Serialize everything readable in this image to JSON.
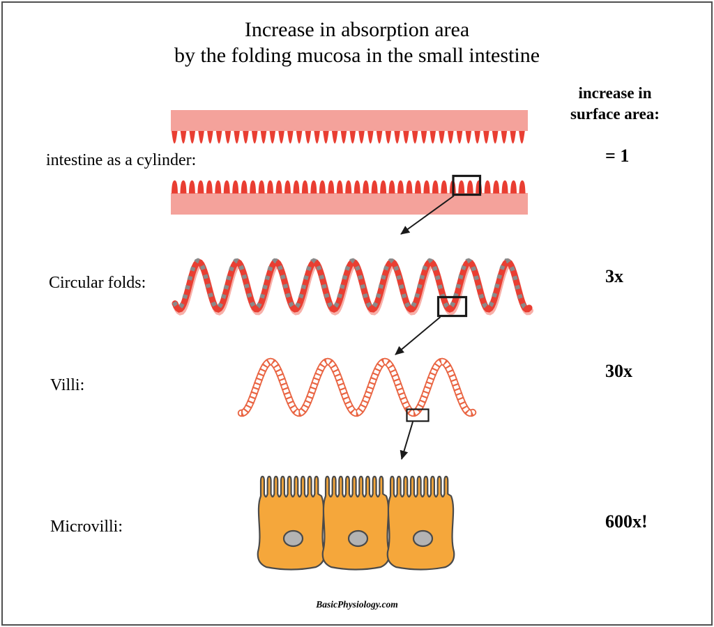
{
  "title": {
    "line1": "Increase in absorption area",
    "line2": "by the folding mucosa in the small intestine"
  },
  "surface_area_header": {
    "line1": "increase in",
    "line2": "surface area:"
  },
  "rows": [
    {
      "label": "intestine as a cylinder:",
      "value": "= 1",
      "diagram": "cylinder-mucosa-bands"
    },
    {
      "label": "Circular folds:",
      "value": "3x",
      "diagram": "circular-folds-wave"
    },
    {
      "label": "Villi:",
      "value": "30x",
      "diagram": "villi-wave"
    },
    {
      "label": "Microvilli:",
      "value": "600x!",
      "diagram": "microvilli-cells"
    }
  ],
  "footer": {
    "credit": "BasicPhysiology.com"
  },
  "colors": {
    "mucosa_pink": "#F4A29B",
    "mucosa_red": "#E93E32",
    "fold_shadow": "#F7B0A9",
    "fold_square_gray": "#8A8A8A",
    "villi_orange": "#E96442",
    "cell_fill": "#F5A73B",
    "cell_outline": "#4A4A4A",
    "nucleus_fill": "#B3B3B3",
    "arrow_black": "#1A1A1A",
    "frame_gray": "#4F4F4F",
    "text_black": "#000000",
    "white": "#FFFFFF"
  }
}
